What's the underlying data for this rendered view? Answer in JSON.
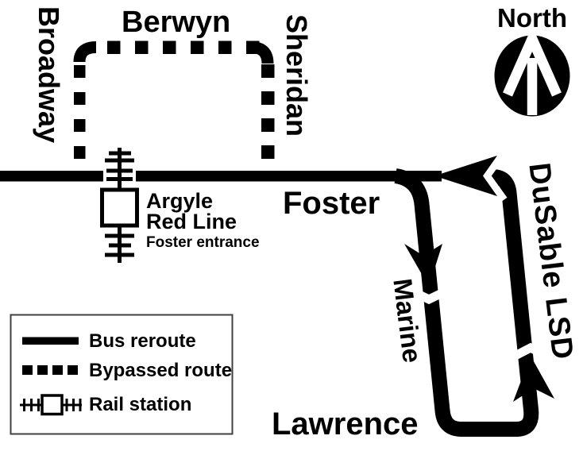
{
  "map": {
    "streets": {
      "berwyn": "Berwyn",
      "broadway": "Broadway",
      "sheridan": "Sheridan",
      "foster": "Foster",
      "marine": "Marine",
      "dusable_lsd": "DuSable LSD",
      "lawrence": "Lawrence"
    },
    "station": {
      "name": "Argyle",
      "line": "Red Line",
      "note": "Foster entrance"
    },
    "compass": {
      "label": "North",
      "icon": "north-arrow-icon"
    }
  },
  "legend": {
    "items": [
      {
        "symbol": "solid-line",
        "label": "Bus reroute"
      },
      {
        "symbol": "dashed-line",
        "label": "Bypassed route"
      },
      {
        "symbol": "rail-station",
        "label": "Rail station"
      }
    ]
  },
  "colors": {
    "ink": "#000000",
    "background": "#ffffff",
    "legend_border": "#404040"
  }
}
